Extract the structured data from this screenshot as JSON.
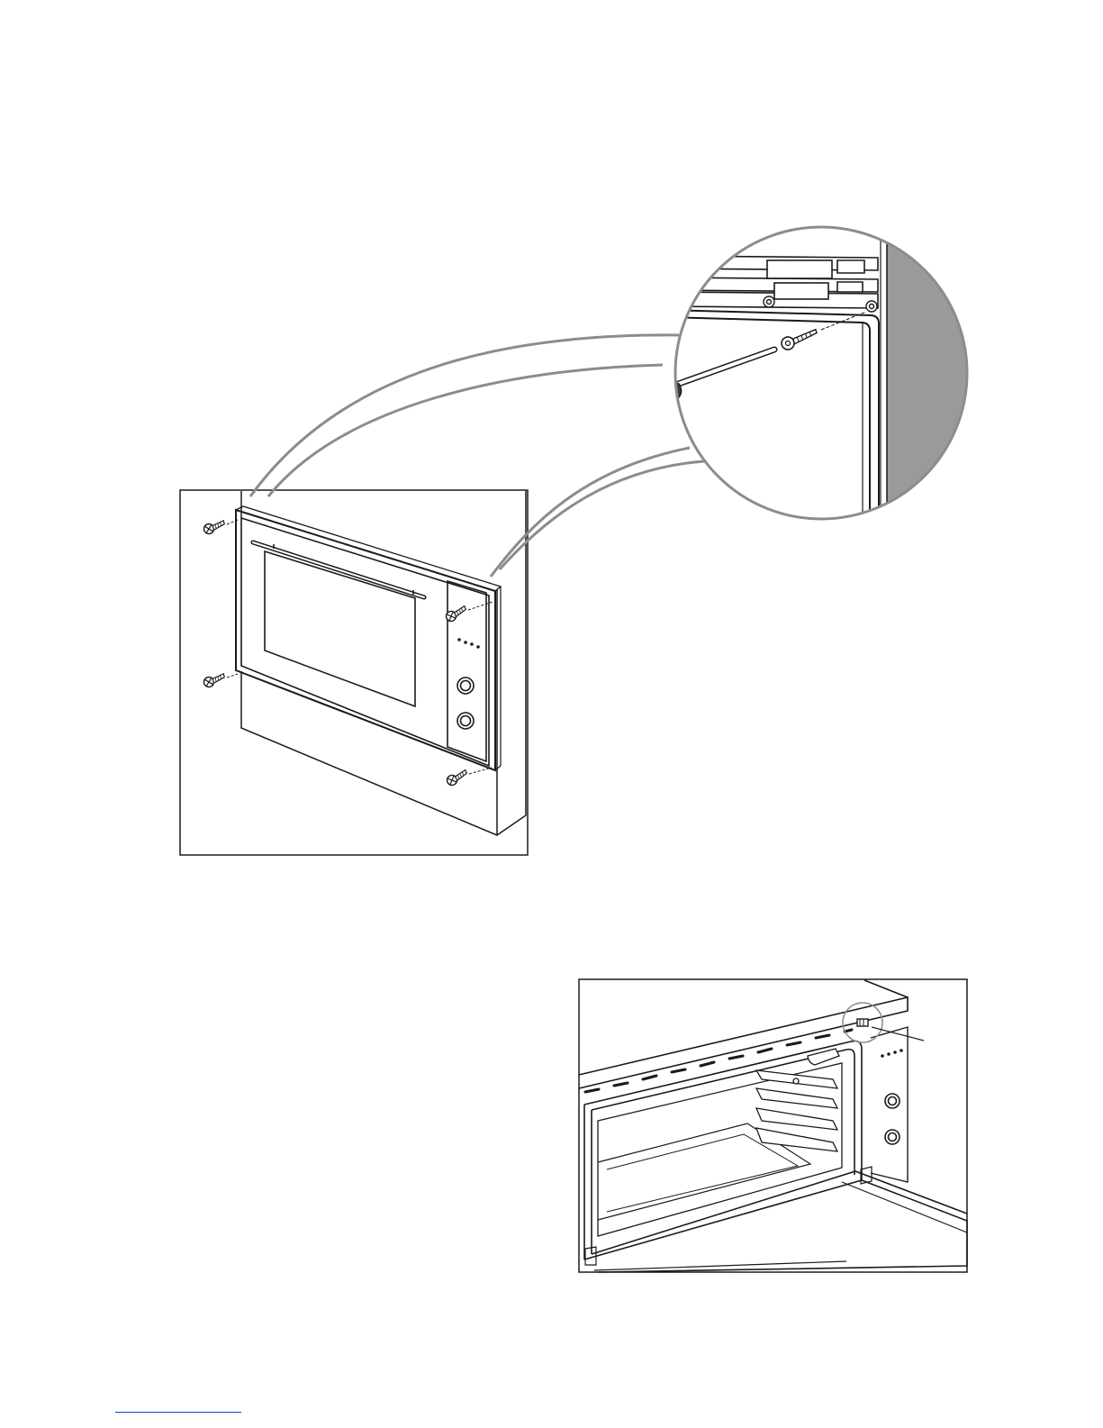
{
  "page": {
    "kind": "installation-instructions-illustrations",
    "figures": [
      {
        "id": "fig-fixing-screws",
        "icons": [
          "wall-unit",
          "built-in-oven",
          "screw-icon",
          "screwdriver-icon",
          "magnifier-detail"
        ]
      },
      {
        "id": "fig-door-open",
        "icons": [
          "built-in-oven",
          "open-door",
          "shelf-guides",
          "fixing-point-circle"
        ]
      }
    ]
  },
  "colors": {
    "line": "#1a1a1a",
    "callout_gray": "#8c8c8c",
    "shade_gray": "#9a9a9a",
    "handle_dark": "#3c3c3c",
    "footer_link": "#1a3fd6"
  }
}
